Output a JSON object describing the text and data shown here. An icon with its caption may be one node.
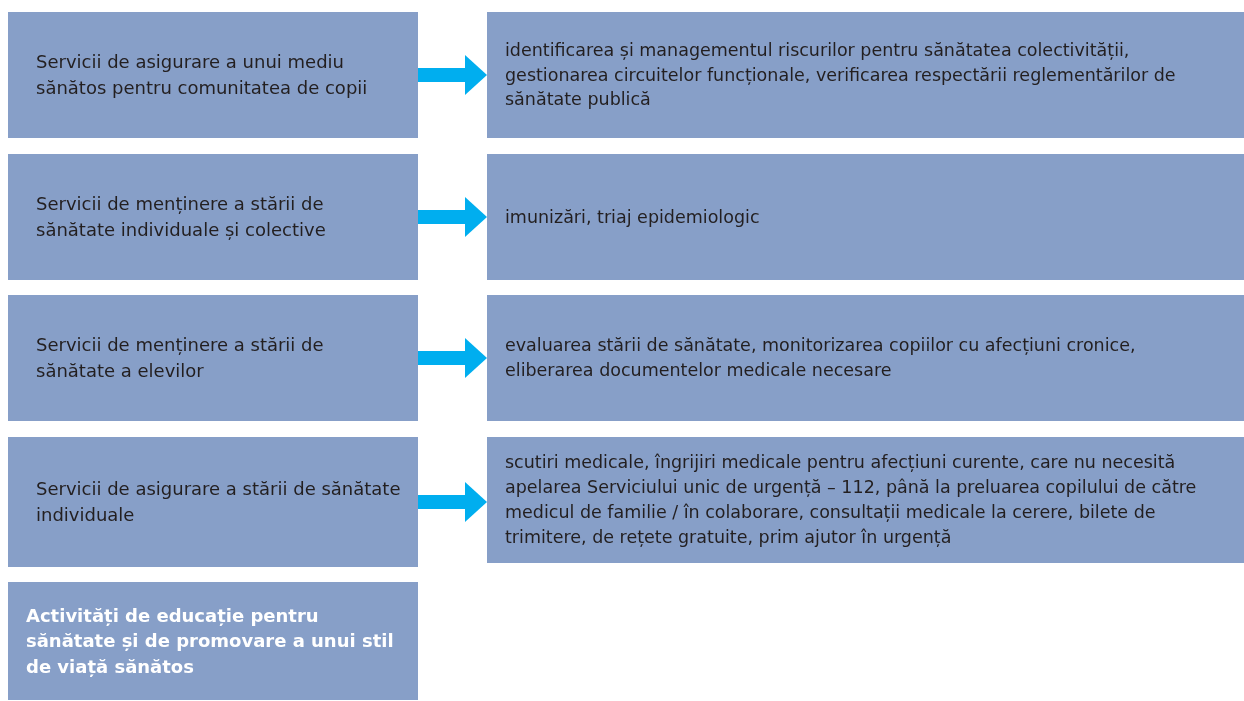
{
  "diagram": {
    "nodes": [
      {
        "text": [
          "Servicii de asigurare a unui mediu sănătos pentru comunitatea de copii"
        ]
      },
      {
        "text": [
          "identificarea și managementul riscurilor pentru sănătatea colectivității, gestionarea circuitelor funcționale, verificarea respectării reglementărilor de sănătate publică"
        ]
      },
      {
        "text": [
          "Servicii de menținere a stării de sănătate individuale și colective"
        ]
      },
      {
        "text": [
          "imunizări, triaj epidemiologic"
        ]
      },
      {
        "text": [
          "Servicii de menținere a stării de sănătate a elevilor"
        ]
      },
      {
        "text": [
          "evaluarea stării de sănătate, monitorizarea copiilor cu afecțiuni cronice, eliberarea documentelor medicale necesare"
        ]
      },
      {
        "text": [
          "Servicii de asigurare a stării de sănătate individuale"
        ]
      },
      {
        "text": [
          "scutiri medicale, îngrijiri medicale pentru afecțiuni curente, care nu necesită apelarea Serviciului unic de urgență – 112, până la preluarea copilului de către medicul de familie / în colaborare, consultații medicale la cerere, bilete de trimitere, de rețete gratuite, prim ajutor în urgență"
        ]
      },
      {
        "text": [
          "Activități de educație pentru sănătate și de promovare a unui stil de viață sănătos"
        ]
      }
    ],
    "edges": [
      {
        "from": 0,
        "to": 1,
        "arrow": "to"
      },
      {
        "from": 2,
        "to": 3,
        "arrow": "to"
      },
      {
        "from": 4,
        "to": 5,
        "arrow": "to"
      },
      {
        "from": 6,
        "to": 7,
        "arrow": "to"
      }
    ]
  }
}
